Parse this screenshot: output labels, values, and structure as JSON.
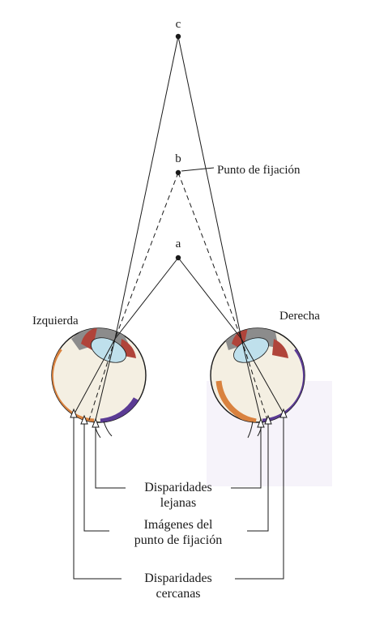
{
  "diagram": {
    "points": {
      "far": "c",
      "fixation": "b",
      "near": "a"
    },
    "fixation_point_label": "Punto de fijación",
    "eyes": {
      "left": "Izquierda",
      "right": "Derecha"
    },
    "callouts": {
      "far_line1": "Disparidades",
      "far_line2": "lejanas",
      "fixation_line1": "Imágenes del",
      "fixation_line2": "punto de fijación",
      "near_line1": "Disparidades",
      "near_line2": "cercanas"
    }
  },
  "colors": {
    "sclera": "#f4efe2",
    "retina_orange": "#d9823f",
    "choroid_purple": "#5b3b94",
    "lens_blue": "#bfe0ec",
    "cornea_gray": "#8c8c8c",
    "iris_red": "#b0443a",
    "line": "#1a1a1a"
  }
}
